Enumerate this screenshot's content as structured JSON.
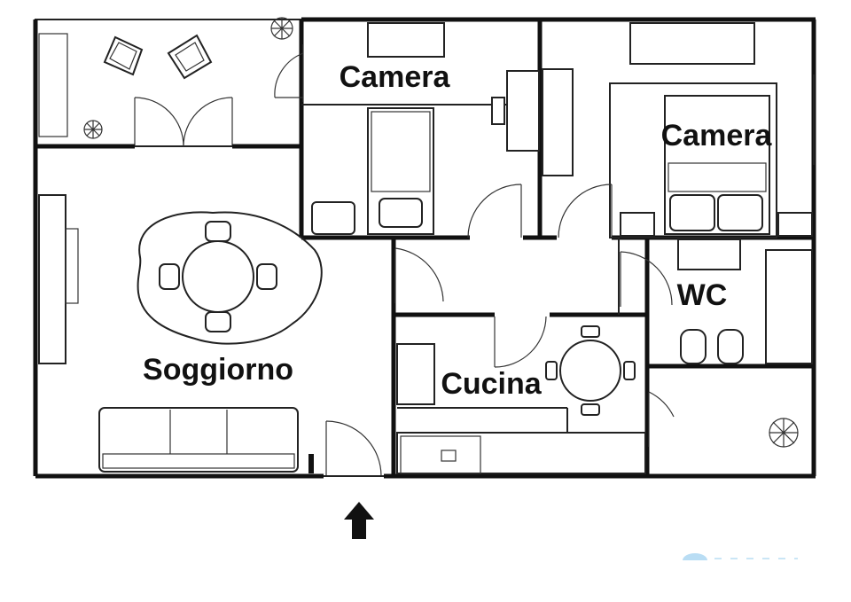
{
  "rooms": {
    "camera_small": "Camera",
    "camera_master": "Camera",
    "soggiorno": "Soggiorno",
    "cucina": "Cucina",
    "wc": "WC"
  },
  "entrance": {
    "icon": "arrow-up-icon"
  },
  "colors": {
    "wall": "#111111",
    "background": "#ffffff",
    "watermark": "#3aa0e0"
  }
}
